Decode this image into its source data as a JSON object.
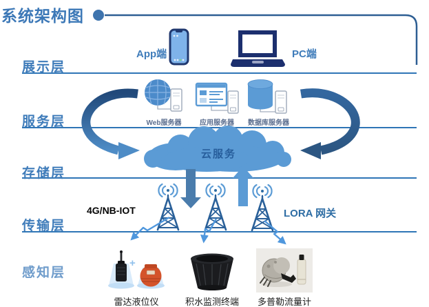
{
  "title": "系统架构图",
  "layers": [
    {
      "label": "展示层"
    },
    {
      "label": "服务层"
    },
    {
      "label": "存储层"
    },
    {
      "label": "传输层"
    },
    {
      "label": "感知层"
    }
  ],
  "presentation": {
    "app_label": "App端",
    "pc_label": "PC端"
  },
  "service": {
    "servers": [
      {
        "label": "Web服务器"
      },
      {
        "label": "应用服务器"
      },
      {
        "label": "数据库服务器"
      }
    ]
  },
  "storage": {
    "cloud_label": "云服务"
  },
  "transmission": {
    "left_tech": "4G/NB-IOT",
    "right_tech": "LORA 网关"
  },
  "sensing": {
    "plus_sign": "+",
    "devices": [
      {
        "label": "雷达液位仪"
      },
      {
        "label": "积水监测终端"
      },
      {
        "label": "多普勒流量计"
      }
    ]
  },
  "icons": {
    "smartphone-icon": "rounded-rect phone, navy frame, blue screen",
    "laptop-icon": "navy laptop silhouette",
    "globe-server-icon": "blue globe + gray rack outline",
    "window-server-icon": "blue app window + gray rack outline",
    "database-server-icon": "blue cylinder + gray rack outline",
    "cloud-icon": "light blue cloud",
    "antenna-tower-icon": "lattice tower with ((.)) signal waves",
    "cycle-arrow-icon": "large curved circulation arrows",
    "down-arrow-icon": "thick down arrow",
    "up-arrow-icon": "thick up arrow",
    "lightning-arrow-icon": "thin zigzag blue arrow"
  },
  "colors": {
    "accent_blue": "#2e75b6",
    "light_blue": "#5b9bd5",
    "dark_navy": "#1c2f6e",
    "title_blue": "#3c78b7",
    "arrow_dark": "#2c5682",
    "device_orange": "#d4532a",
    "text_dark": "#1a1a1a"
  }
}
